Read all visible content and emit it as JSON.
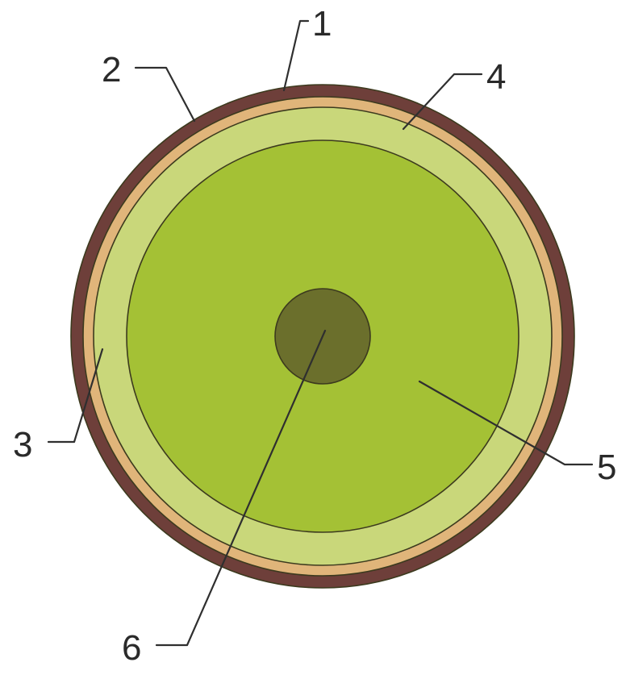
{
  "figure": {
    "layers": [
      {
        "id": "layer-1",
        "color": "#6e3f3a"
      },
      {
        "id": "layer-2",
        "color": "#e0b57a"
      },
      {
        "id": "layer-3",
        "color": "#c9d77a"
      },
      {
        "id": "layer-4",
        "color": "#a4c135"
      },
      {
        "id": "layer-6",
        "color": "#6b6f2c"
      }
    ],
    "labels": {
      "l1": "1",
      "l2": "2",
      "l3": "3",
      "l4": "4",
      "l5": "5",
      "l6": "6"
    }
  }
}
